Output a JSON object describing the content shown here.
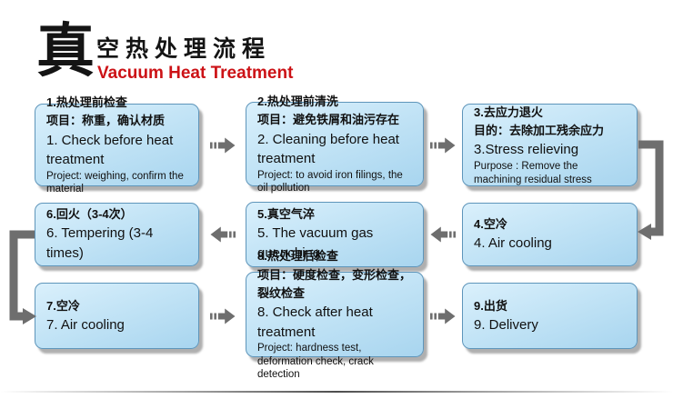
{
  "header": {
    "big_char": "真",
    "title_cn": "空热处理流程",
    "title_en": "Vacuum Heat Treatment",
    "accent_red": "#cc1216"
  },
  "flow": {
    "box_fill_top": "#daf0fc",
    "box_fill_bottom": "#a8d5ef",
    "box_border": "#5e95ba",
    "arrow_color": "#6e6e6e",
    "boxes": [
      {
        "cn1": "1.热处理前检查",
        "cn2": "项目：称重，确认材质",
        "en1": "1. Check before heat treatment",
        "en2": "Project: weighing, confirm the material"
      },
      {
        "cn1": "2.热处理前清洗",
        "cn2": "项目：避免铁屑和油污存在",
        "en1": "2. Cleaning before heat treatment",
        "en2": "Project: to avoid iron filings, the oil pollution"
      },
      {
        "cn1": "3.去应力退火",
        "cn2": "目的：去除加工残余应力",
        "en1": "3.Stress relieving",
        "en2": "Purpose : Remove the machining residual stress"
      },
      {
        "cn1": "4.空冷",
        "en1": "4. Air cooling"
      },
      {
        "cn1": "5.真空气淬",
        "en1": "5. The vacuum gas quenching"
      },
      {
        "cn1": "6.回火（3-4次）",
        "en1": "6. Tempering (3-4 times)"
      },
      {
        "cn1": "7.空冷",
        "en1": "7. Air cooling"
      },
      {
        "cn1": "8.热处理后检查",
        "cn2": "项目：硬度检查，变形检查，裂纹检查",
        "en1": "8. Check after heat treatment",
        "en2": "Project: hardness test, deformation check, crack detection"
      },
      {
        "cn1": "9.出货",
        "en1": "9. Delivery"
      }
    ],
    "icons": {
      "flow_arrow": "striped-block-arrow",
      "elbow_connector": "right-angle-arrow"
    }
  }
}
